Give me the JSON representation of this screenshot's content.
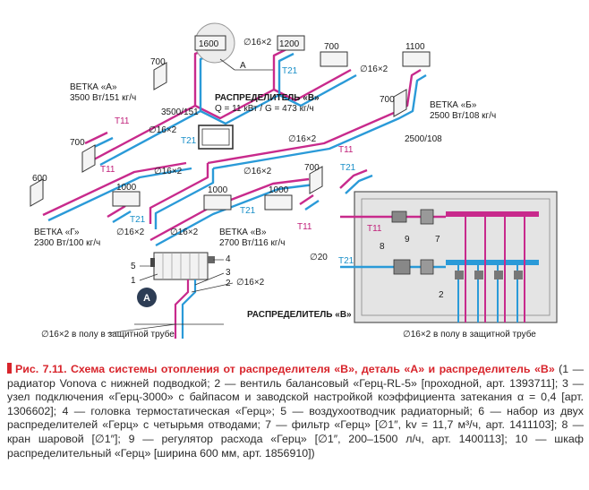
{
  "colors": {
    "supply": "#c82a8c",
    "return": "#2a9ad8",
    "outline": "#333333",
    "cabinet_fill": "#e4e4e4",
    "caption_accent": "#d8242b"
  },
  "branches": {
    "a": {
      "name": "ВЕТКА «А»",
      "load": "3500 Вт/151 кг/ч"
    },
    "b": {
      "name": "ВЕТКА «Б»",
      "load": "2500 Вт/108 кг/ч"
    },
    "v": {
      "name": "ВЕТКА «В»",
      "load": "2700 Вт/116 кг/ч"
    },
    "g": {
      "name": "ВЕТКА «Г»",
      "load": "2300 Вт/100 кг/ч"
    }
  },
  "distributor": {
    "title": "РАСПРЕДЕЛИТЕЛЬ «В»",
    "params": "Q = 11 кВт / G = 473 кг/ч"
  },
  "radiators": {
    "r1600": "1600",
    "r1200": "1200",
    "r700_a": "700",
    "r700_top": "700",
    "r1100": "1100",
    "r700_b": "700",
    "r700_mid": "700",
    "r600": "600",
    "r1000_g": "1000",
    "r700_v": "700",
    "r1000_v1": "1000",
    "r1000_v2": "1000"
  },
  "labels": {
    "pipe": "∅16×2",
    "supply_tag": "T11",
    "return_tag": "T21",
    "flow_a": "3500/151",
    "flow_b": "2500/108",
    "detail_a": "A",
    "detail_a_circle": "A",
    "main_pipe": "∅20",
    "floor_left": "∅16×2 в полу в защитной трубе",
    "floor_right": "∅16×2 в полу в защитной трубе",
    "cabinet_title": "РАСПРЕДЕЛИТЕЛЬ «В»",
    "callouts": [
      "1",
      "2",
      "3",
      "4",
      "5",
      "2",
      "7",
      "8",
      "9"
    ]
  },
  "caption": {
    "title": "Рис. 7.11. Схема системы отопления от распределителя «В», деталь «А» и распределитель «В»",
    "body": " (1 — радиатор Vonova с нижней подводкой; 2 — вентиль балансовый «Герц-RL-5» [проходной, арт. 1393711]; 3 — узел подключения «Герц-3000» с байпасом и заводской настройкой коэффициента затекания α = 0,4 [арт. 1306602]; 4 — головка термостатическая «Герц»; 5 — воздухоотводчик радиаторный; 6 — набор из двух распределителей «Герц» с четырьмя отводами; 7 — фильтр «Герц» [∅1″, kv = 11,7 м³/ч, арт. 1411103]; 8 — кран шаровой [∅1″]; 9 — регулятор расхода «Герц» [∅1″, 200–1500 л/ч, арт. 1400113]; 10 — шкаф распределительный «Герц» [ширина 600 мм, арт. 1856910])"
  }
}
